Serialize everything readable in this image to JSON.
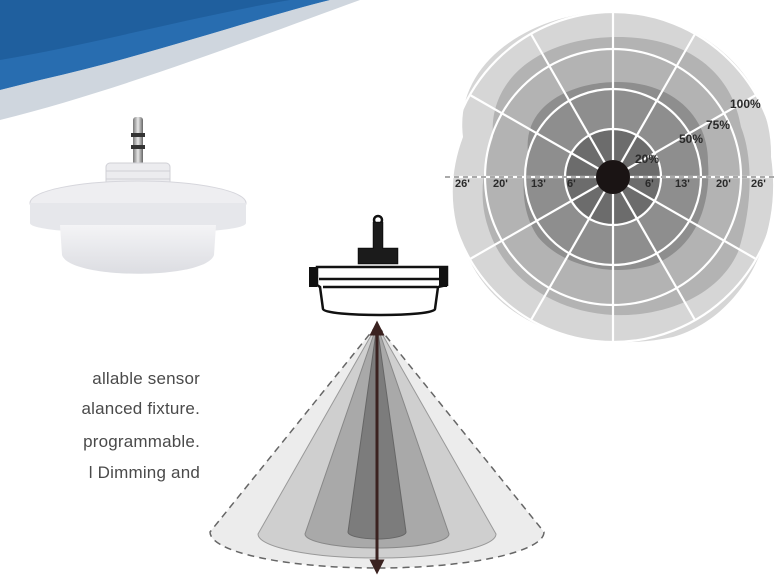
{
  "description_lines": [
    "allable     sensor",
    "alanced fixture.",
    "programmable.",
    "l  Dimming  and"
  ],
  "coverage_levels": [
    "100%",
    "75%",
    "50%",
    "20%"
  ],
  "distance_labels_left": [
    "26'",
    "20'",
    "13'",
    "6'"
  ],
  "distance_labels_right": [
    "6'",
    "13'",
    "20'",
    "26'"
  ],
  "colors": {
    "banner_blue": "#1f5f9e",
    "banner_light": "#cfd6de",
    "zone_outer": "#d6d6d6",
    "zone_75": "#b3b3b3",
    "zone_50": "#8e8e8e",
    "zone_20": "#6c6c6c",
    "center_dot": "#1a1414",
    "arrow": "#3a2220"
  }
}
